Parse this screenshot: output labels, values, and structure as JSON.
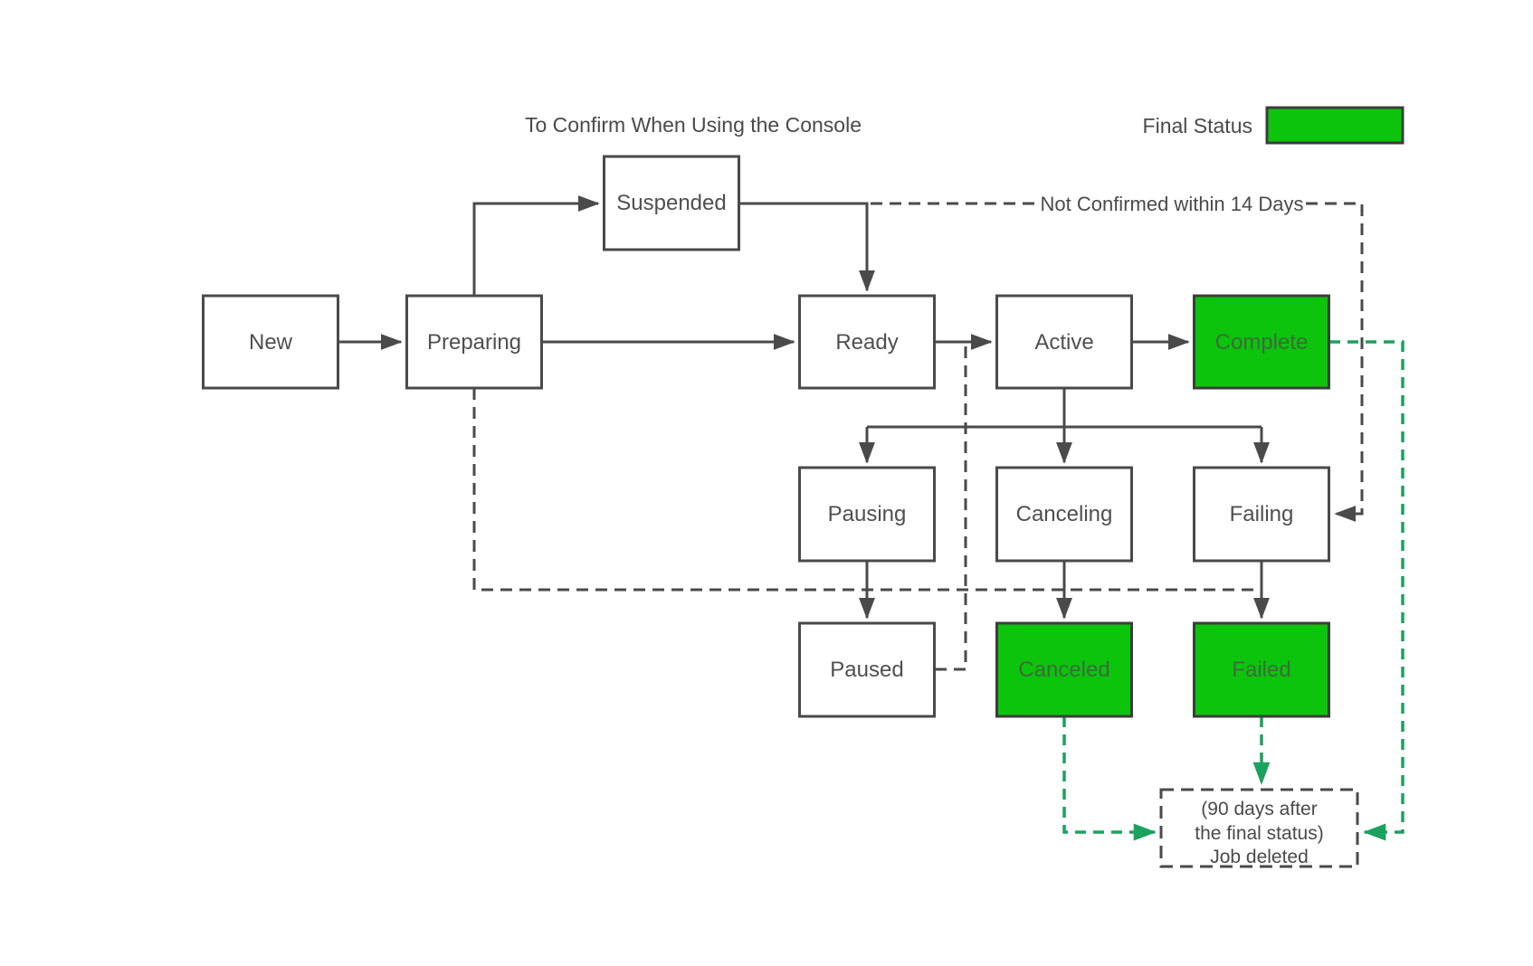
{
  "diagram": {
    "title": "To Confirm When Using the Console",
    "legend": {
      "label": "Final Status",
      "swatch_color": "#0bc40b"
    },
    "nodes": {
      "new": {
        "label": "New",
        "final": false
      },
      "preparing": {
        "label": "Preparing",
        "final": false
      },
      "suspended": {
        "label": "Suspended",
        "final": false
      },
      "ready": {
        "label": "Ready",
        "final": false
      },
      "active": {
        "label": "Active",
        "final": false
      },
      "complete": {
        "label": "Complete",
        "final": true
      },
      "pausing": {
        "label": "Pausing",
        "final": false
      },
      "canceling": {
        "label": "Canceling",
        "final": false
      },
      "failing": {
        "label": "Failing",
        "final": false
      },
      "paused": {
        "label": "Paused",
        "final": false
      },
      "canceled": {
        "label": "Canceled",
        "final": true
      },
      "failed": {
        "label": "Failed",
        "final": true
      }
    },
    "annotations": {
      "not_confirmed": "Not Confirmed within 14 Days",
      "job_deleted_lines": [
        "(90 days after",
        "the final status)",
        "Job deleted"
      ]
    },
    "colors": {
      "final_status_fill": "#0bc40b",
      "green_dash_line": "#1ca25f",
      "line": "#4a4a4a",
      "text": "#4f4f4f"
    },
    "edges": [
      {
        "from": "New",
        "to": "Preparing",
        "style": "solid"
      },
      {
        "from": "Preparing",
        "to": "Suspended",
        "style": "solid"
      },
      {
        "from": "Suspended",
        "to": "Ready",
        "style": "solid"
      },
      {
        "from": "Preparing",
        "to": "Ready",
        "style": "solid"
      },
      {
        "from": "Ready",
        "to": "Active",
        "style": "solid"
      },
      {
        "from": "Active",
        "to": "Complete",
        "style": "solid"
      },
      {
        "from": "Active",
        "to": "Pausing",
        "style": "solid"
      },
      {
        "from": "Active",
        "to": "Canceling",
        "style": "solid"
      },
      {
        "from": "Active",
        "to": "Failing",
        "style": "solid"
      },
      {
        "from": "Pausing",
        "to": "Paused",
        "style": "solid"
      },
      {
        "from": "Canceling",
        "to": "Canceled",
        "style": "solid"
      },
      {
        "from": "Failing",
        "to": "Failed",
        "style": "solid"
      },
      {
        "from": "Suspended",
        "to": "Failing",
        "style": "dashed",
        "label": "Not Confirmed within 14 Days"
      },
      {
        "from": "Preparing",
        "to": "Failed",
        "style": "dashed"
      },
      {
        "from": "Paused",
        "to": "Active",
        "style": "dashed"
      },
      {
        "from": "Complete",
        "to": "Job deleted",
        "style": "dashed-green"
      },
      {
        "from": "Canceled",
        "to": "Job deleted",
        "style": "dashed-green"
      },
      {
        "from": "Failed",
        "to": "Job deleted",
        "style": "dashed-green"
      }
    ]
  }
}
